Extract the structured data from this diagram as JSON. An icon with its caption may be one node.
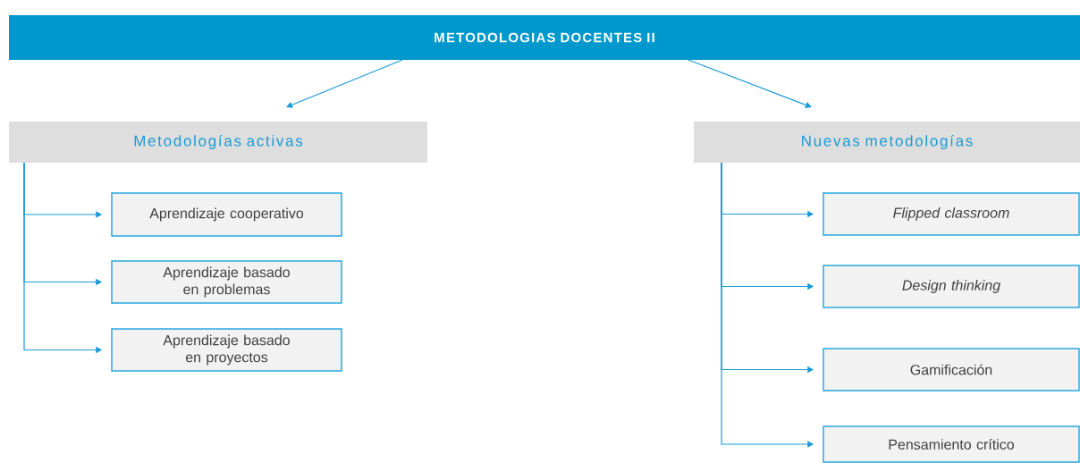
{
  "diagram": {
    "nodes": [
      {
        "text": [
          "METODOLOGIAS DOCENTES II"
        ]
      },
      {
        "text": [
          "Metodologías activas"
        ]
      },
      {
        "text": [
          "Nuevas metodologías"
        ]
      },
      {
        "text": [
          "Aprendizaje cooperativo"
        ]
      },
      {
        "text": [
          "Aprendizaje basado en problemas"
        ]
      },
      {
        "text": [
          "Aprendizaje basado en proyectos"
        ]
      },
      {
        "text": [
          "Flipped classroom"
        ]
      },
      {
        "text": [
          "Design thinking"
        ]
      },
      {
        "text": [
          "Gamificación"
        ]
      },
      {
        "text": [
          "Pensamiento crítico"
        ]
      }
    ],
    "edges": [
      {
        "from": 0,
        "to": 1,
        "arrow": "to"
      },
      {
        "from": 0,
        "to": 2,
        "arrow": "to"
      },
      {
        "from": 1,
        "to": 3,
        "arrow": "to"
      },
      {
        "from": 1,
        "to": 4,
        "arrow": "to"
      },
      {
        "from": 1,
        "to": 5,
        "arrow": "to"
      },
      {
        "from": 2,
        "to": 6,
        "arrow": "to"
      },
      {
        "from": 2,
        "to": 7,
        "arrow": "to"
      },
      {
        "from": 2,
        "to": 8,
        "arrow": "to"
      },
      {
        "from": 2,
        "to": 9,
        "arrow": "to"
      }
    ]
  }
}
